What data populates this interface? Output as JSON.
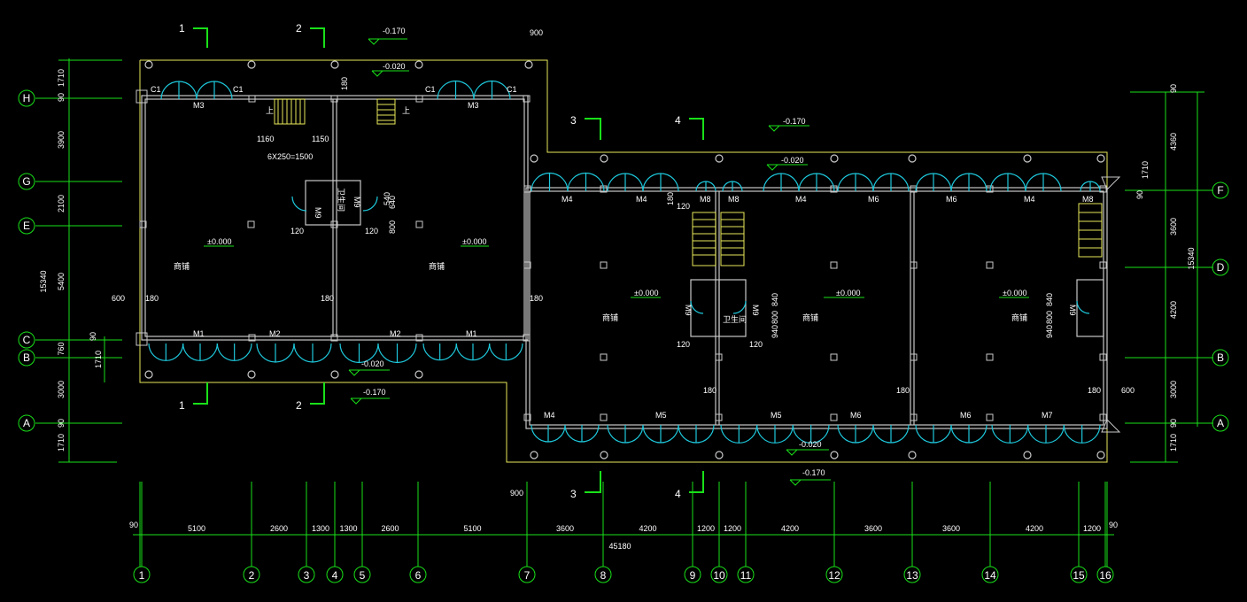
{
  "colors": {
    "wall": "#c8c8c8",
    "outline": "#e8e85a",
    "green": "#19e019",
    "cyan": "#1ec8dc",
    "white": "#ffffff",
    "stair": "#e8e85a"
  },
  "axes_x": {
    "labels": [
      "1",
      "2",
      "3",
      "4",
      "5",
      "6",
      "7",
      "8",
      "9",
      "10",
      "11",
      "12",
      "13",
      "14",
      "15",
      "16"
    ],
    "spans": [
      "5100",
      "2600",
      "1300",
      "1300",
      "2600",
      "5100",
      "3600",
      "4200",
      "1200",
      "1200",
      "4200",
      "3600",
      "3600",
      "4200",
      "1200"
    ],
    "edge_left": "90",
    "edge_right": "90",
    "total": "45180"
  },
  "axes_y_left": {
    "labels": [
      "H",
      "G",
      "E",
      "C",
      "B",
      "A"
    ],
    "spans": [
      "1710",
      "90",
      "3900",
      "2100",
      "5400",
      "760",
      "3000",
      "90",
      "1710"
    ],
    "small": [
      "90",
      "1710"
    ],
    "total": "15340"
  },
  "axes_y_right": {
    "labels": [
      "F",
      "D",
      "B",
      "A"
    ],
    "spans": [
      "90",
      "4360",
      "1710",
      "90",
      "3600",
      "4200",
      "3000",
      "90",
      "1710"
    ],
    "total": "15340"
  },
  "sections": {
    "s1": "1",
    "s2": "2",
    "s3": "3",
    "s4": "4"
  },
  "levels": {
    "l1": "-0.170",
    "l2": "-0.020",
    "l3": "±0.000",
    "l4": "-0.170",
    "l5": "-0.020",
    "l6": "-0.020",
    "l7": "-0.170",
    "l8": "-0.020",
    "l9": "-0.170"
  },
  "rooms": {
    "shop": "商铺",
    "wc": "卫生间"
  },
  "doors": {
    "m1": "M1",
    "m2": "M2",
    "m3": "M3",
    "m4": "M4",
    "m5": "M5",
    "m6": "M6",
    "m7": "M7",
    "m8": "M8",
    "m9": "M9",
    "c1": "C1"
  },
  "stair": {
    "up": "上",
    "dims": "6X250=1500",
    "d1": "1160",
    "d2": "1150"
  },
  "dims": {
    "d900": "900",
    "d180": "180",
    "d120": "120",
    "d540": "540",
    "d600": "600",
    "d640": "640",
    "d800": "800",
    "d840": "840",
    "d940": "940"
  }
}
